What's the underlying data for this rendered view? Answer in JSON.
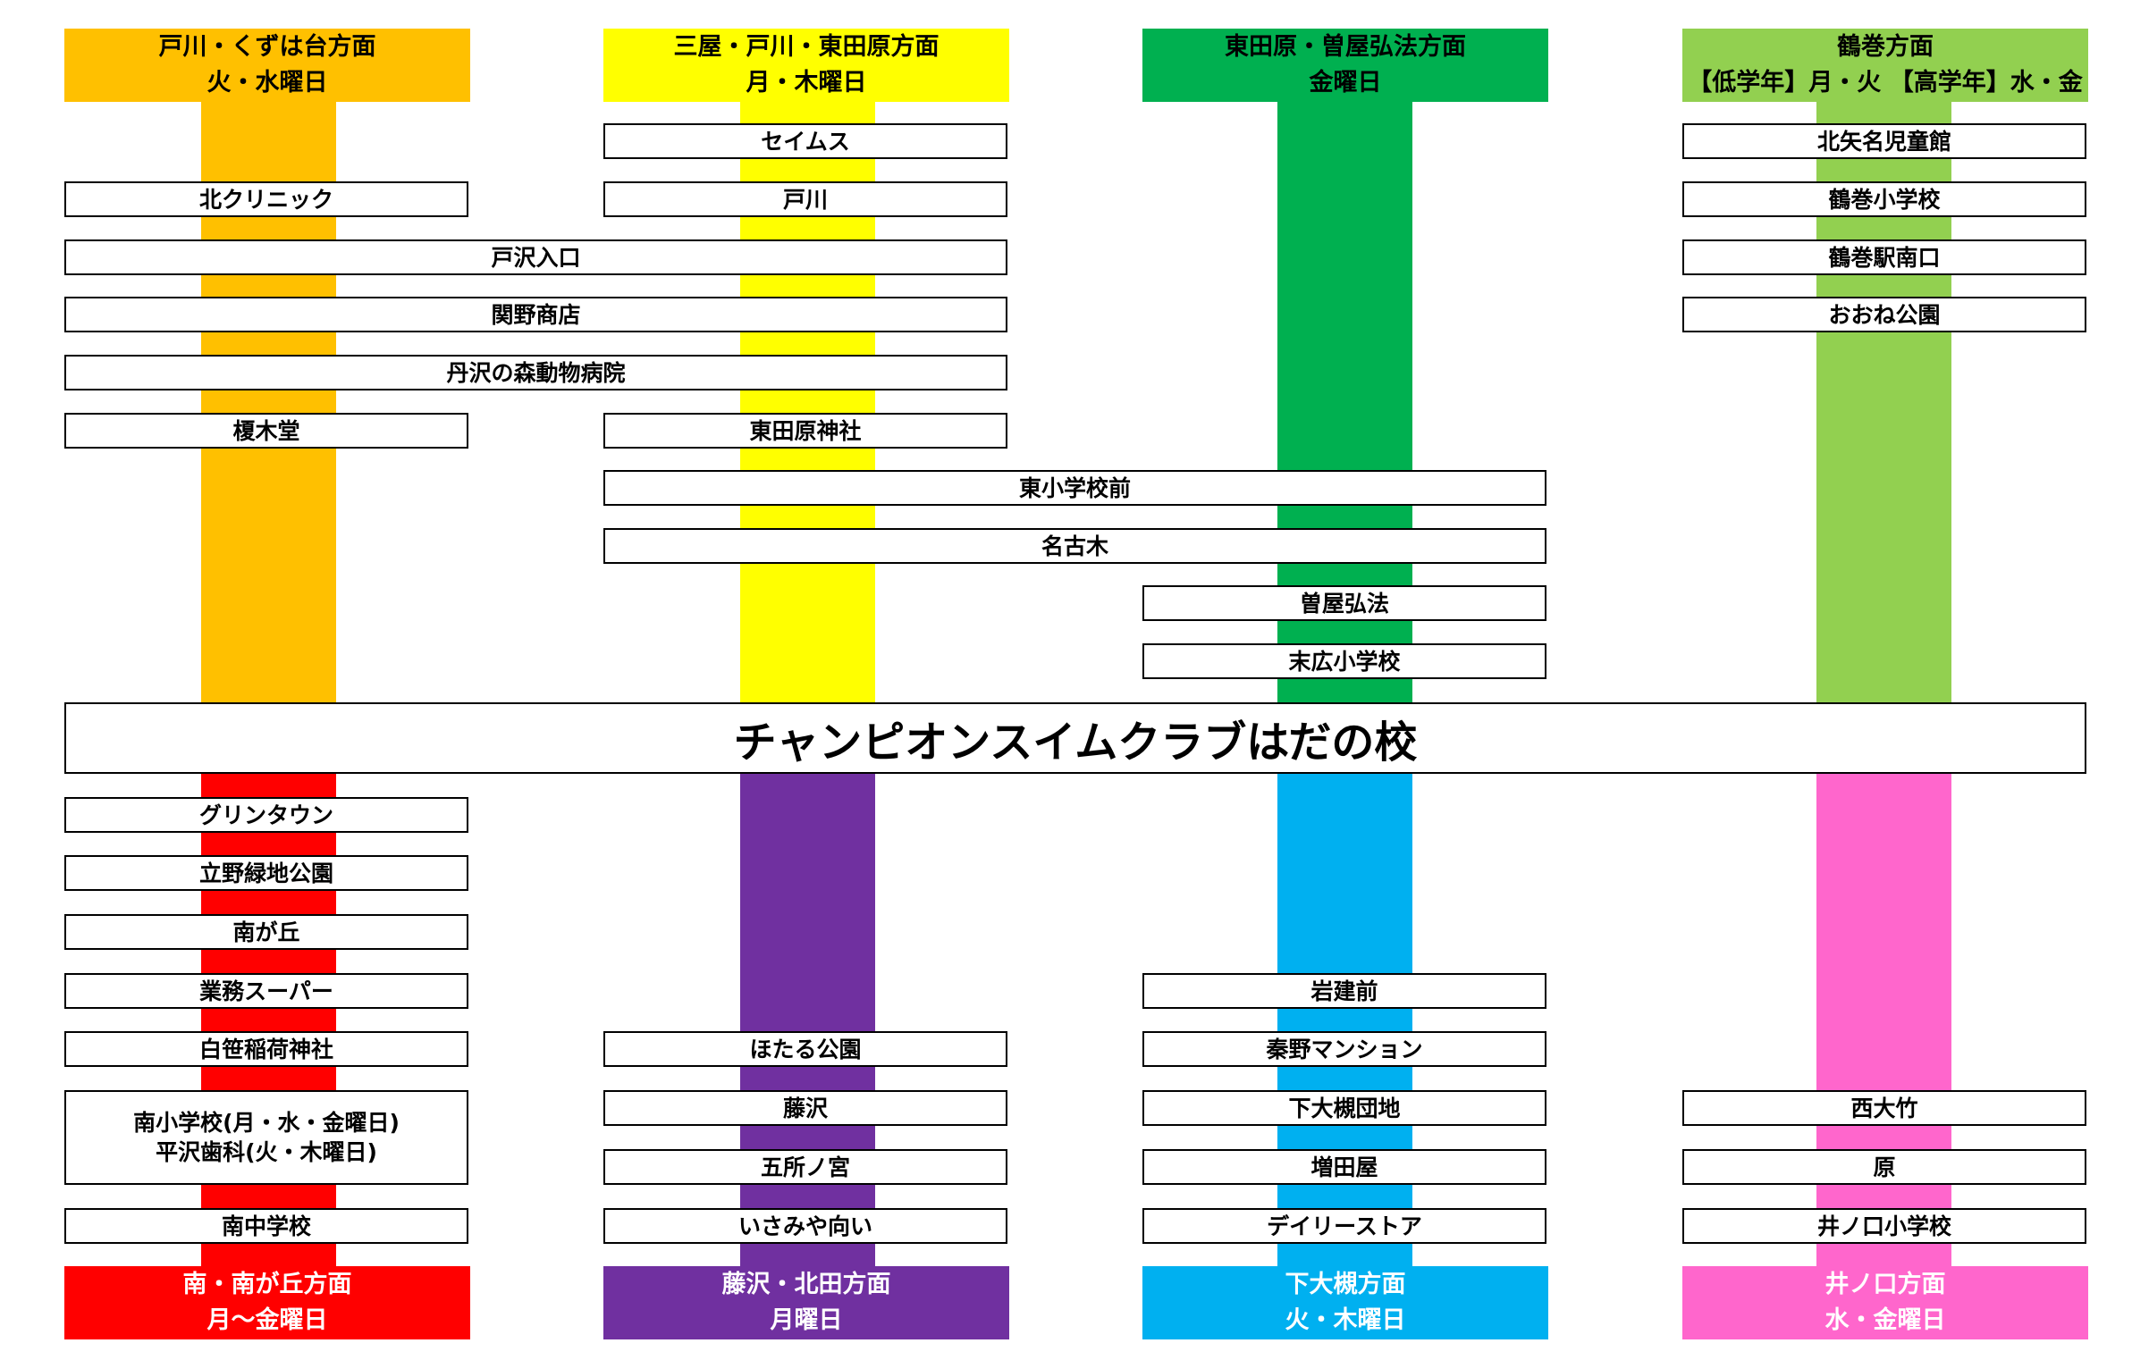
{
  "colors": {
    "orange": "#FFC000",
    "yellow": "#FFFF00",
    "green": "#00B050",
    "lightgreen": "#92D050",
    "red": "#FF0000",
    "purple": "#7030A0",
    "cyan": "#00B0F0",
    "pink": "#FF66CC"
  },
  "center": {
    "title": "チャンピオンスイムクラブはだの校"
  },
  "routes": [
    {
      "id": "togawa-kuzuhadai",
      "position": "top",
      "color": "orange",
      "direction": "戸川・くずは台方面",
      "days": "火・水曜日"
    },
    {
      "id": "mitsuya-togawa-higashitahara",
      "position": "top",
      "color": "yellow",
      "direction": "三屋・戸川・東田原方面",
      "days": "月・木曜日"
    },
    {
      "id": "higashitahara-soyakoboh",
      "position": "top",
      "color": "green",
      "direction": "東田原・曽屋弘法方面",
      "days": "金曜日"
    },
    {
      "id": "tsurumaki",
      "position": "top",
      "color": "lightgreen",
      "direction": "鶴巻方面",
      "days": "【低学年】月・火 【高学年】水・金"
    },
    {
      "id": "minami-minamigaoka",
      "position": "bottom",
      "color": "red",
      "direction": "南・南が丘方面",
      "days": "月～金曜日"
    },
    {
      "id": "fujisawa-kitata",
      "position": "bottom",
      "color": "purple",
      "direction": "藤沢・北田方面",
      "days": "月曜日"
    },
    {
      "id": "shimoootsuki",
      "position": "bottom",
      "color": "cyan",
      "direction": "下大槻方面",
      "days": "火・木曜日"
    },
    {
      "id": "inokuchi",
      "position": "bottom",
      "color": "pink",
      "direction": "井ノ口方面",
      "days": "水・金曜日"
    }
  ],
  "stops": [
    {
      "name": "セイムス",
      "routes": [
        "mitsuya-togawa-higashitahara"
      ]
    },
    {
      "name": "北矢名児童館",
      "routes": [
        "tsurumaki"
      ]
    },
    {
      "name": "北クリニック",
      "routes": [
        "togawa-kuzuhadai"
      ]
    },
    {
      "name": "戸川",
      "routes": [
        "mitsuya-togawa-higashitahara"
      ]
    },
    {
      "name": "鶴巻小学校",
      "routes": [
        "tsurumaki"
      ]
    },
    {
      "name": "戸沢入口",
      "routes": [
        "togawa-kuzuhadai",
        "mitsuya-togawa-higashitahara"
      ]
    },
    {
      "name": "鶴巻駅南口",
      "routes": [
        "tsurumaki"
      ]
    },
    {
      "name": "関野商店",
      "routes": [
        "togawa-kuzuhadai",
        "mitsuya-togawa-higashitahara"
      ]
    },
    {
      "name": "おおね公園",
      "routes": [
        "tsurumaki"
      ]
    },
    {
      "name": "丹沢の森動物病院",
      "routes": [
        "togawa-kuzuhadai",
        "mitsuya-togawa-higashitahara"
      ]
    },
    {
      "name": "榎木堂",
      "routes": [
        "togawa-kuzuhadai"
      ]
    },
    {
      "name": "東田原神社",
      "routes": [
        "mitsuya-togawa-higashitahara"
      ]
    },
    {
      "name": "東小学校前",
      "routes": [
        "mitsuya-togawa-higashitahara",
        "higashitahara-soyakoboh"
      ]
    },
    {
      "name": "名古木",
      "routes": [
        "mitsuya-togawa-higashitahara",
        "higashitahara-soyakoboh"
      ]
    },
    {
      "name": "曽屋弘法",
      "routes": [
        "higashitahara-soyakoboh"
      ]
    },
    {
      "name": "末広小学校",
      "routes": [
        "higashitahara-soyakoboh"
      ]
    },
    {
      "name": "グリンタウン",
      "routes": [
        "minami-minamigaoka"
      ]
    },
    {
      "name": "立野緑地公園",
      "routes": [
        "minami-minamigaoka"
      ]
    },
    {
      "name": "南が丘",
      "routes": [
        "minami-minamigaoka"
      ]
    },
    {
      "name": "業務スーパー",
      "routes": [
        "minami-minamigaoka"
      ]
    },
    {
      "name": "岩建前",
      "routes": [
        "shimoootsuki"
      ]
    },
    {
      "name": "白笹稲荷神社",
      "routes": [
        "minami-minamigaoka"
      ]
    },
    {
      "name": "ほたる公園",
      "routes": [
        "fujisawa-kitata"
      ]
    },
    {
      "name": "秦野マンション",
      "routes": [
        "shimoootsuki"
      ]
    },
    {
      "name": "南小学校(月・水・金曜日)",
      "name2": "平沢歯科(火・木曜日)",
      "routes": [
        "minami-minamigaoka"
      ]
    },
    {
      "name": "藤沢",
      "routes": [
        "fujisawa-kitata"
      ]
    },
    {
      "name": "下大槻団地",
      "routes": [
        "shimoootsuki"
      ]
    },
    {
      "name": "西大竹",
      "routes": [
        "inokuchi"
      ]
    },
    {
      "name": "五所ノ宮",
      "routes": [
        "fujisawa-kitata"
      ]
    },
    {
      "name": "増田屋",
      "routes": [
        "shimoootsuki"
      ]
    },
    {
      "name": "原",
      "routes": [
        "inokuchi"
      ]
    },
    {
      "name": "南中学校",
      "routes": [
        "minami-minamigaoka"
      ]
    },
    {
      "name": "いさみや向い",
      "routes": [
        "fujisawa-kitata"
      ]
    },
    {
      "name": "デイリーストア",
      "routes": [
        "shimoootsuki"
      ]
    },
    {
      "name": "井ノ口小学校",
      "routes": [
        "inokuchi"
      ]
    }
  ]
}
